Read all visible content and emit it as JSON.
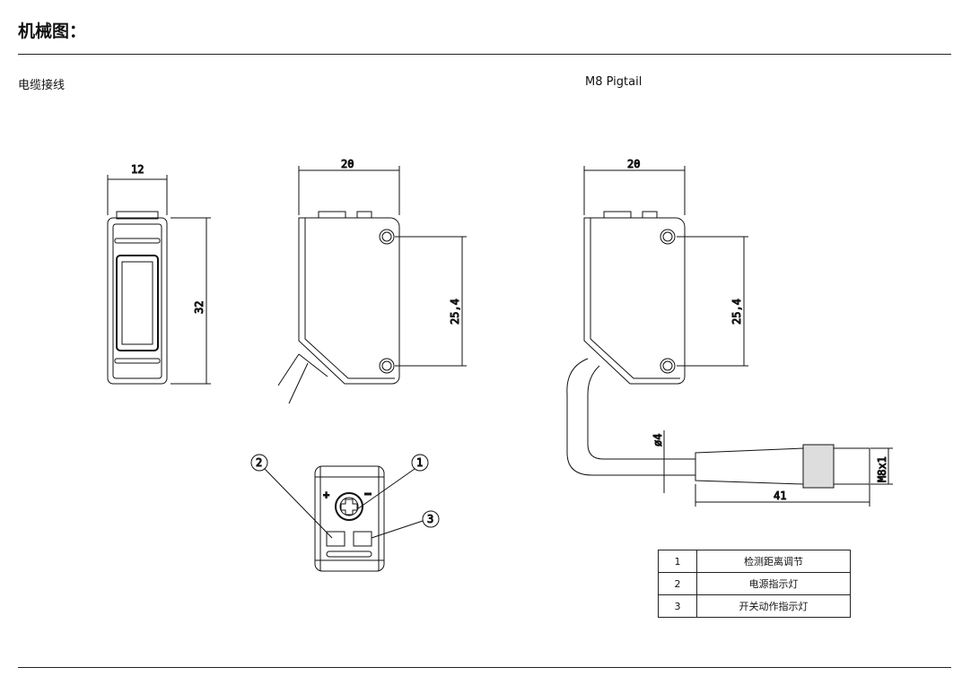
{
  "header": {
    "title": "机械图："
  },
  "sections": {
    "left": "电缆接线",
    "right": "M8 Pigtail"
  },
  "dimensions": {
    "width_side": "12",
    "width_front": "20",
    "height": "32",
    "hole_spacing": "25,4",
    "width_pigtail": "20",
    "hole_spacing_pigtail": "25,4",
    "cable_diameter": "ø4",
    "connector_length": "41",
    "thread": "M8x1"
  },
  "callouts": [
    "1",
    "2",
    "3"
  ],
  "legend": [
    {
      "num": "1",
      "desc": "检测距离调节"
    },
    {
      "num": "2",
      "desc": "电源指示灯"
    },
    {
      "num": "3",
      "desc": "开关动作指示灯"
    }
  ]
}
